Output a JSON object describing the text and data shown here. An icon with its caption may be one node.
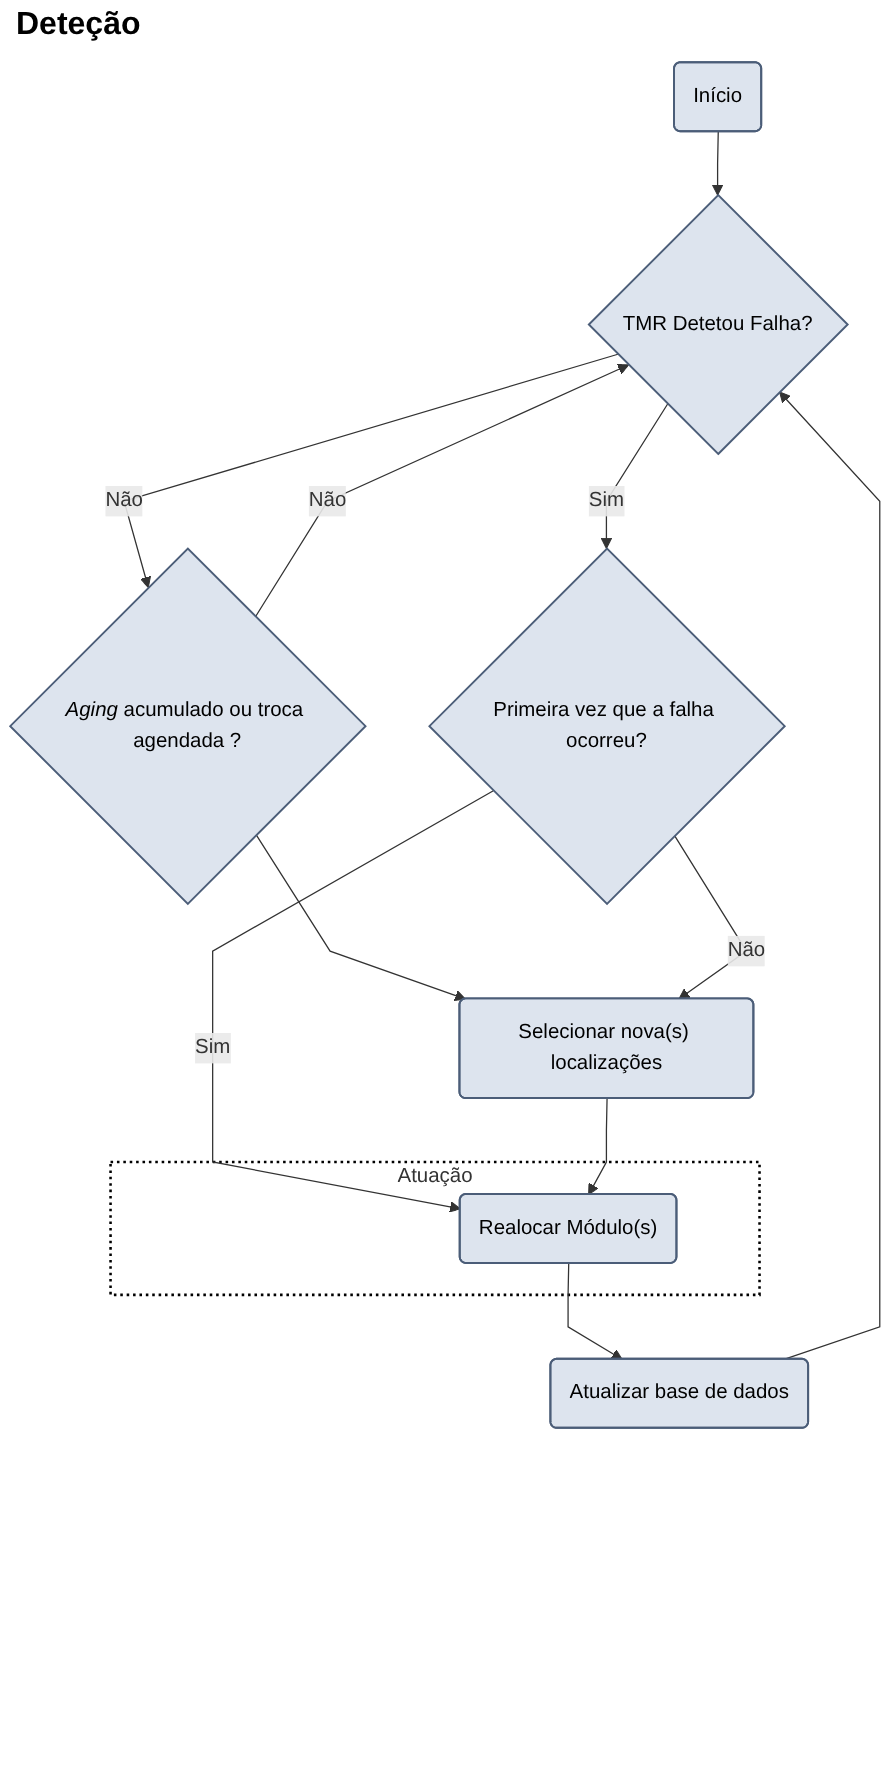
{
  "diagram": {
    "nodes": [
      {
        "text": [
          "Início"
        ]
      },
      {
        "text": [
          "TMR Detetou Falha?"
        ]
      },
      {
        "text": [
          "*Aging* acumulado ou troca agendada ?"
        ]
      },
      {
        "text": [
          "Selecionar nova(s) localizações"
        ]
      },
      {
        "text": [
          "Primeira vez que a falha ocorreu?"
        ]
      },
      {
        "text": [
          "Atuação"
        ]
      },
      {
        "text": [
          "Realocar Módulo(s)"
        ],
        "in": 5
      },
      {
        "text": [
          "Atualizar base de dados"
        ]
      }
    ],
    "edges": [
      {
        "from": 0,
        "to": 1,
        "arrow": "to"
      },
      {
        "from": 1,
        "to": 4,
        "label": "Sim",
        "arrow": "to"
      },
      {
        "from": 1,
        "to": 2,
        "label": "Não",
        "arrow": "to"
      },
      {
        "from": 2,
        "to": 1,
        "label": "Não",
        "arrow": "to"
      },
      {
        "from": 2,
        "to": 3,
        "arrow": "to"
      },
      {
        "from": 4,
        "to": 3,
        "label": "Não",
        "arrow": "to"
      },
      {
        "from": 4,
        "to": 6,
        "label": "Sim",
        "arrow": "to"
      },
      {
        "from": 3,
        "to": 6,
        "arrow": "to"
      },
      {
        "from": 6,
        "to": 7,
        "arrow": "to"
      },
      {
        "from": 7,
        "to": 1,
        "arrow": "to"
      }
    ],
    "labels": [
      "Deteção"
    ]
  }
}
